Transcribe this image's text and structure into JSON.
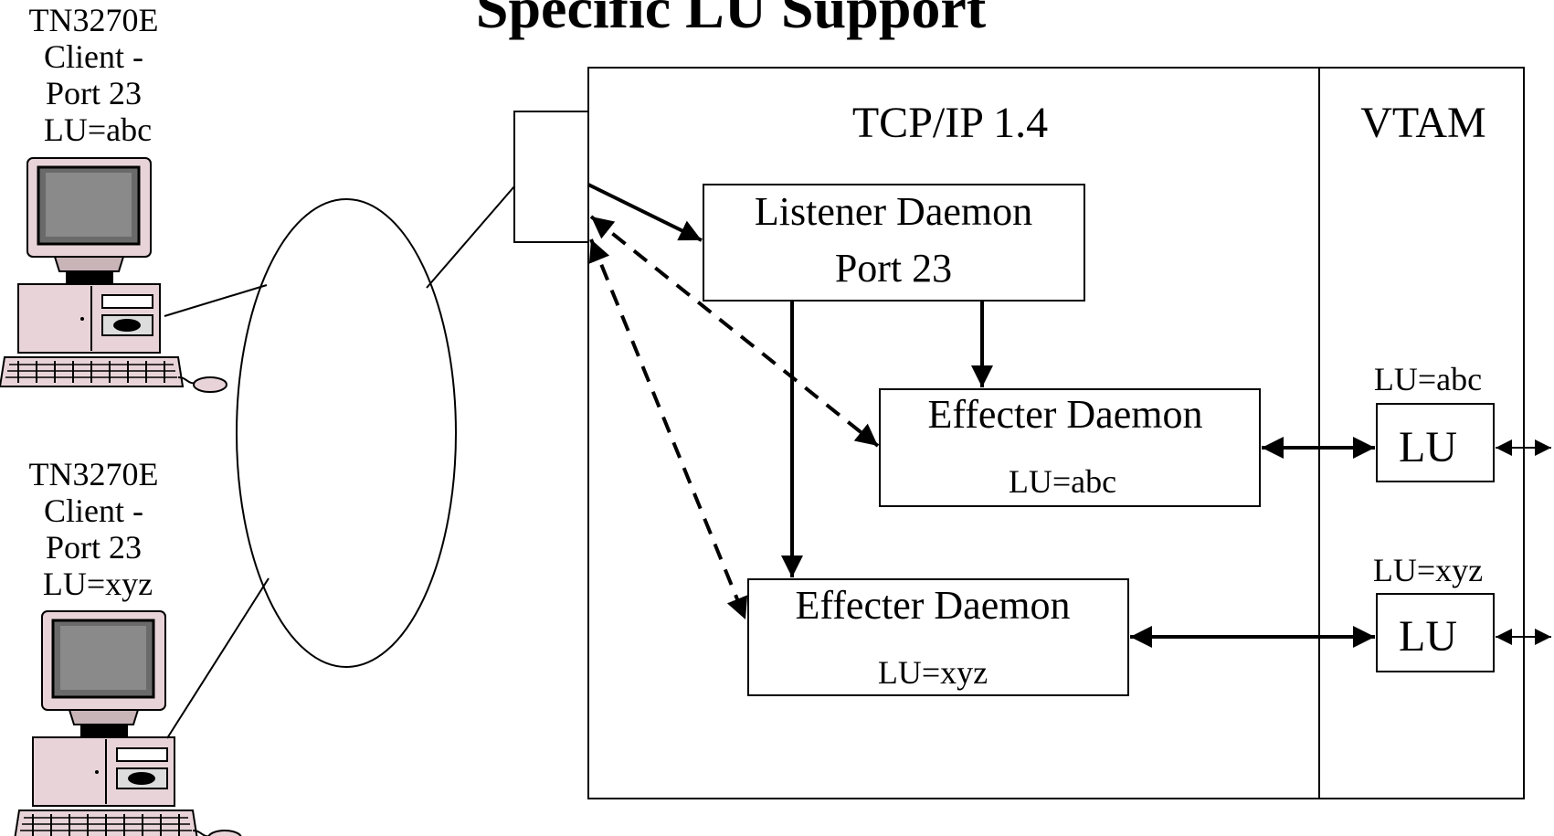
{
  "title": "Specific LU Support",
  "clients": [
    {
      "lines": [
        "TN3270E",
        "Client -",
        "Port 23",
        "LU=abc"
      ]
    },
    {
      "lines": [
        "TN3270E",
        "Client -",
        "Port 23",
        "LU=xyz"
      ]
    }
  ],
  "tcpip": {
    "label": "TCP/IP 1.4"
  },
  "vtam": {
    "label": "VTAM"
  },
  "listener": {
    "line1": "Listener Daemon",
    "line2": "Port 23"
  },
  "effecters": [
    {
      "name": "Effecter Daemon",
      "lu": "LU=abc"
    },
    {
      "name": "Effecter Daemon",
      "lu": "LU=xyz"
    }
  ],
  "vtam_lus": [
    {
      "caption": "LU=abc",
      "label": "LU"
    },
    {
      "caption": "LU=xyz",
      "label": "LU"
    }
  ]
}
